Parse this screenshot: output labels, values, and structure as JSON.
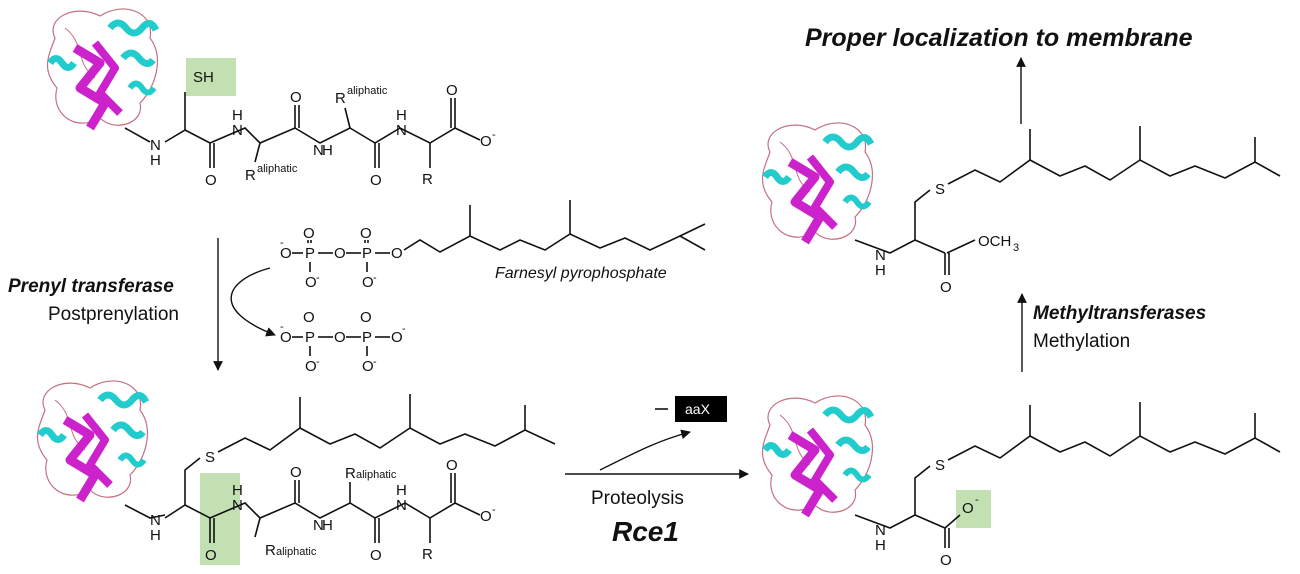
{
  "colors": {
    "highlight": "#b8dba5",
    "protein_strand": "#cc22cc",
    "protein_helix": "#22cccc",
    "protein_coil": "#c47080",
    "line": "#111111"
  },
  "icons": {
    "protein": "protein-ribbon-icon"
  },
  "title": "Proper localization to membrane",
  "steps": {
    "prenylation": {
      "enzyme": "Prenyl transferase",
      "process": "Postprenylation"
    },
    "proteolysis": {
      "process": "Proteolysis",
      "enzyme": "Rce1"
    },
    "methylation": {
      "enzyme": "Methyltransferases",
      "process": "Methylation"
    }
  },
  "reagents": {
    "farnesyl": "Farnesyl pyrophosphate",
    "leaving_group": "aaX",
    "leaving_dash": "—"
  },
  "atoms": {
    "sh": "SH",
    "s": "S",
    "nh_n": "N",
    "nh_h": "H",
    "o": "O",
    "o_minus": "O",
    "minus": "-",
    "p": "P",
    "r": "R",
    "aliphatic": "aliphatic",
    "och3": "OCH",
    "sub3": "3"
  }
}
